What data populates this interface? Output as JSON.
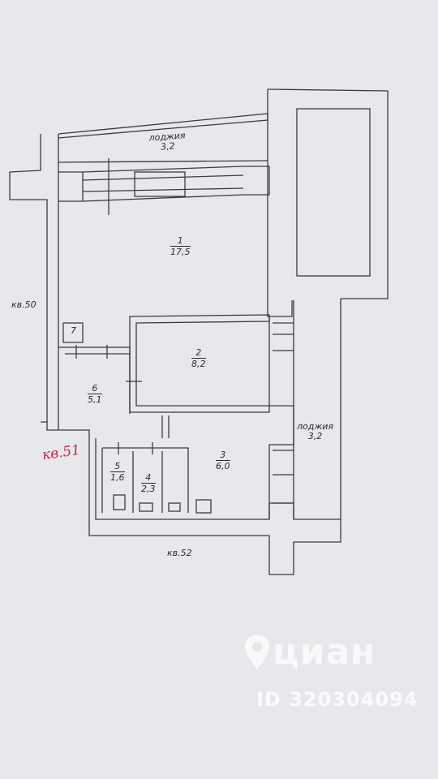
{
  "plan": {
    "rooms": [
      {
        "id": "1",
        "number": "1",
        "area": "17,5"
      },
      {
        "id": "2",
        "number": "2",
        "area": "8,2"
      },
      {
        "id": "3",
        "number": "3",
        "area": "6,0"
      },
      {
        "id": "4",
        "number": "4",
        "area": "2,3"
      },
      {
        "id": "5",
        "number": "5",
        "area": "1,6"
      },
      {
        "id": "6",
        "number": "6",
        "area": "5,1"
      },
      {
        "id": "7",
        "number": "7",
        "area": ""
      }
    ],
    "loggia_top": {
      "label": "лоджия",
      "area": "3,2"
    },
    "loggia_right": {
      "label": "лоджия",
      "area": "3,2"
    },
    "neighbors": {
      "left": "кв.50",
      "bottom": "кв.52"
    },
    "apartment_mark": "кв.51"
  },
  "watermark": {
    "brand": "циан",
    "id_text": "ID 320304094"
  },
  "colors": {
    "paper": "#e7e8ec",
    "ink": "#2b2b33",
    "mark_red": "#c8254a"
  }
}
